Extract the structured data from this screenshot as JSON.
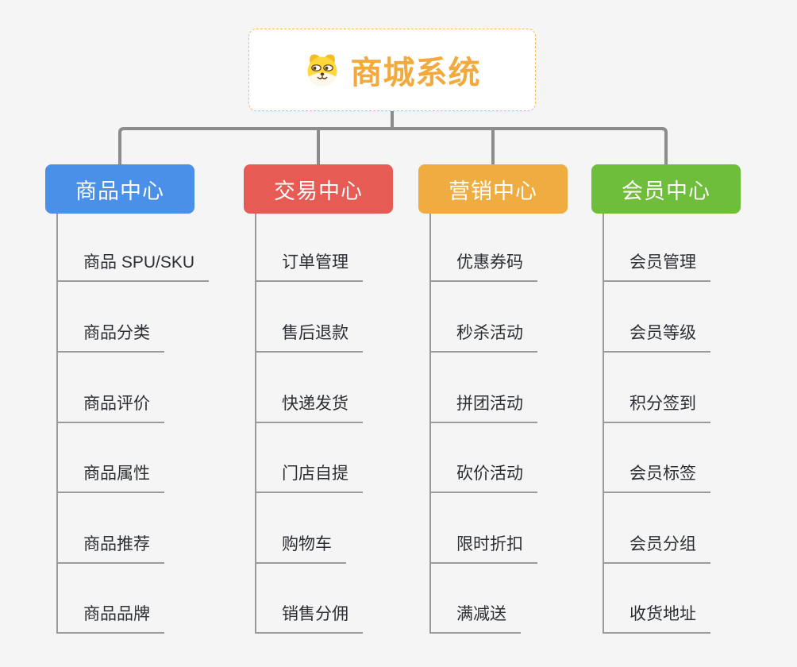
{
  "canvas": {
    "background": "#f5f5f6",
    "connector_color": "#8c8c8c",
    "branch_line_color": "#9a9a9a",
    "leaf_line_color": "#9b9b9b"
  },
  "root": {
    "title": "商城系统",
    "icon": "shiba-dog-icon",
    "text_color": "#f2a93d",
    "border_color": "#f6bb5e"
  },
  "branches": [
    {
      "label": "商品中心",
      "color": "#4a8fe8",
      "items": [
        "商品 SPU/SKU",
        "商品分类",
        "商品评价",
        "商品属性",
        "商品推荐",
        "商品品牌"
      ]
    },
    {
      "label": "交易中心",
      "color": "#e65c55",
      "items": [
        "订单管理",
        "售后退款",
        "快递发货",
        "门店自提",
        "购物车",
        "销售分佣"
      ]
    },
    {
      "label": "营销中心",
      "color": "#efad41",
      "items": [
        "优惠券码",
        "秒杀活动",
        "拼团活动",
        "砍价活动",
        "限时折扣",
        "满减送"
      ]
    },
    {
      "label": "会员中心",
      "color": "#6ebe3c",
      "items": [
        "会员管理",
        "会员等级",
        "积分签到",
        "会员标签",
        "会员分组",
        "收货地址"
      ]
    }
  ]
}
